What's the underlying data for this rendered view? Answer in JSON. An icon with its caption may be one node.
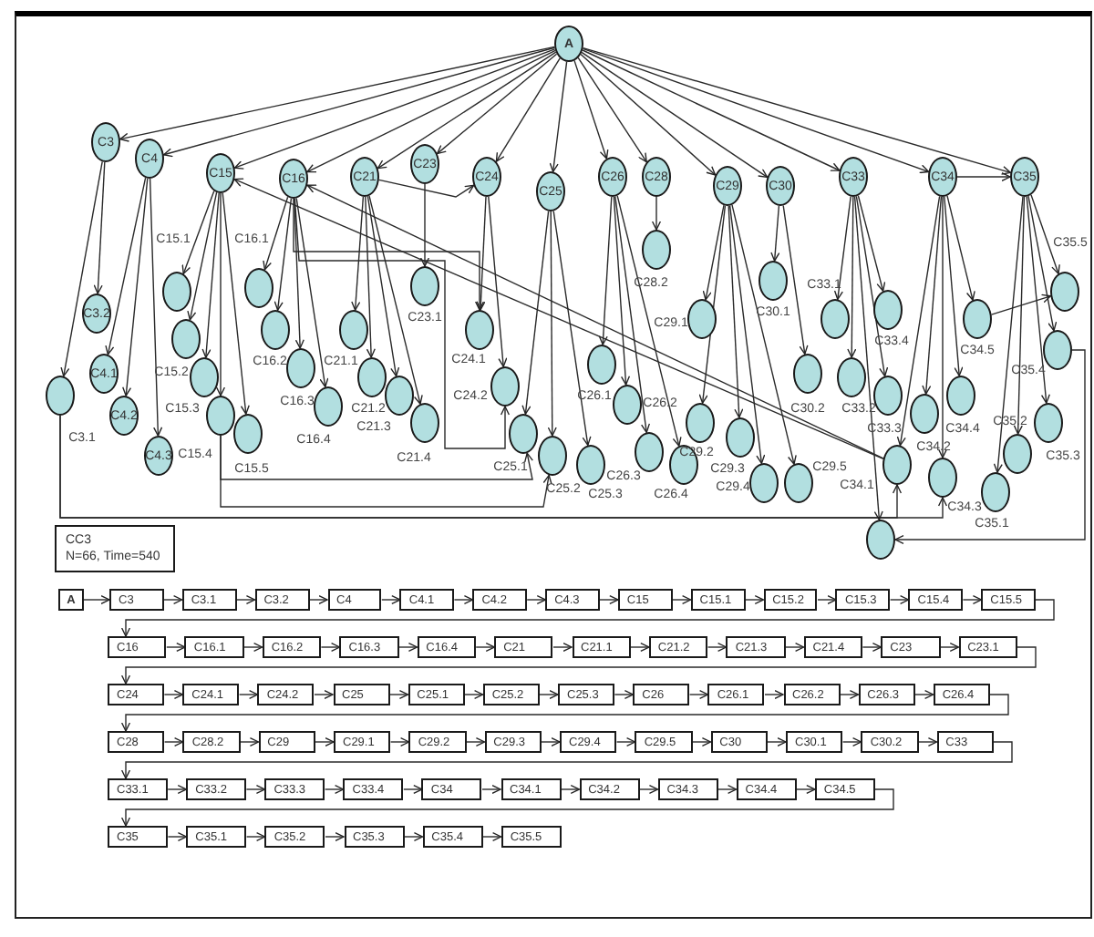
{
  "diagram": {
    "nodes": [
      {
        "text": [
          "A"
        ]
      },
      {
        "text": [
          "C3"
        ]
      },
      {
        "text": [
          "C4"
        ]
      },
      {
        "text": [
          "C15"
        ]
      },
      {
        "text": [
          "C16"
        ]
      },
      {
        "text": [
          "C21"
        ]
      },
      {
        "text": [
          "C23"
        ]
      },
      {
        "text": [
          "C24"
        ]
      },
      {
        "text": [
          "C25"
        ]
      },
      {
        "text": [
          "C26"
        ]
      },
      {
        "text": [
          "C28"
        ]
      },
      {
        "text": [
          "C29"
        ]
      },
      {
        "text": [
          "C30"
        ]
      },
      {
        "text": [
          "C33"
        ]
      },
      {
        "text": [
          "C34"
        ]
      },
      {
        "text": [
          "C35"
        ]
      },
      {
        "text": [],
        "shape": "circle",
        "beside": [
          "C3.1"
        ]
      },
      {
        "text": [
          "C3.2"
        ]
      },
      {
        "text": [
          "C4.1"
        ]
      },
      {
        "text": [
          "C4.2"
        ]
      },
      {
        "text": [
          "C4.3"
        ]
      },
      {
        "text": [],
        "shape": "circle",
        "beside": [
          "C15.1"
        ]
      },
      {
        "text": [],
        "shape": "circle",
        "beside": [
          "C15.2"
        ]
      },
      {
        "text": [],
        "shape": "circle",
        "beside": [
          "C15.3"
        ]
      },
      {
        "text": [],
        "shape": "circle",
        "beside": [
          "C15.4"
        ]
      },
      {
        "text": [],
        "shape": "circle",
        "beside": [
          "C15.5"
        ]
      },
      {
        "text": [],
        "shape": "circle",
        "beside": [
          "C16.1"
        ]
      },
      {
        "text": [],
        "shape": "circle",
        "beside": [
          "C16.2"
        ]
      },
      {
        "text": [],
        "shape": "circle",
        "beside": [
          "C16.3"
        ]
      },
      {
        "text": [],
        "shape": "circle",
        "beside": [
          "C16.4"
        ]
      },
      {
        "text": [],
        "shape": "circle",
        "beside": [
          "C21.1"
        ]
      },
      {
        "text": [],
        "shape": "circle",
        "beside": [
          "C21.2"
        ]
      },
      {
        "text": [],
        "shape": "circle",
        "beside": [
          "C21.3"
        ]
      },
      {
        "text": [],
        "shape": "circle",
        "beside": [
          "C21.4"
        ]
      },
      {
        "text": [],
        "shape": "circle",
        "beside": [
          "C23.1"
        ]
      },
      {
        "text": [],
        "shape": "circle",
        "beside": [
          "C24.1"
        ]
      },
      {
        "text": [],
        "shape": "circle",
        "beside": [
          "C24.2"
        ]
      },
      {
        "text": [],
        "shape": "circle",
        "beside": [
          "C25.1"
        ]
      },
      {
        "text": [],
        "shape": "circle",
        "beside": [
          "C25.2"
        ]
      },
      {
        "text": [],
        "shape": "circle",
        "beside": [
          "C25.3"
        ]
      },
      {
        "text": [],
        "shape": "circle",
        "beside": [
          "C26.1"
        ]
      },
      {
        "text": [],
        "shape": "circle",
        "beside": [
          "C26.2"
        ]
      },
      {
        "text": [],
        "shape": "circle",
        "beside": [
          "C26.3"
        ]
      },
      {
        "text": [],
        "shape": "circle",
        "beside": [
          "C26.4"
        ]
      },
      {
        "text": [],
        "shape": "circle",
        "beside": [
          "C28.2"
        ]
      },
      {
        "text": [],
        "shape": "circle",
        "beside": [
          "C29.1"
        ]
      },
      {
        "text": [],
        "shape": "circle",
        "beside": [
          "C29.2"
        ]
      },
      {
        "text": [],
        "shape": "circle",
        "beside": [
          "C29.3"
        ]
      },
      {
        "text": [],
        "shape": "circle",
        "beside": [
          "C29.4"
        ]
      },
      {
        "text": [],
        "shape": "circle",
        "beside": [
          "C29.5"
        ]
      },
      {
        "text": [],
        "shape": "circle",
        "beside": [
          "C30.1"
        ]
      },
      {
        "text": [],
        "shape": "circle",
        "beside": [
          "C30.2"
        ]
      },
      {
        "text": [],
        "shape": "circle",
        "beside": [
          "C33.1"
        ]
      },
      {
        "text": [],
        "shape": "circle",
        "beside": [
          "C33.2"
        ]
      },
      {
        "text": [],
        "shape": "circle",
        "beside": [
          "C33.3"
        ]
      },
      {
        "text": [],
        "shape": "circle",
        "beside": [
          "C33.4"
        ]
      },
      {
        "text": [],
        "shape": "circle",
        "beside": [
          "C34.1"
        ]
      },
      {
        "text": [],
        "shape": "circle",
        "beside": [
          "C34.2"
        ]
      },
      {
        "text": [],
        "shape": "circle",
        "beside": [
          "C34.3"
        ]
      },
      {
        "text": [],
        "shape": "circle",
        "beside": [
          "C34.4"
        ]
      },
      {
        "text": [],
        "shape": "circle",
        "beside": [
          "C34.5"
        ]
      },
      {
        "text": [],
        "shape": "circle",
        "beside": [
          "C35.1"
        ]
      },
      {
        "text": [],
        "shape": "circle",
        "beside": [
          "C35.2"
        ]
      },
      {
        "text": [],
        "shape": "circle",
        "beside": [
          "C35.3"
        ]
      },
      {
        "text": [],
        "shape": "circle",
        "beside": [
          "C35.4"
        ]
      },
      {
        "text": [],
        "shape": "circle",
        "beside": [
          "C35.5"
        ]
      },
      {
        "text": [],
        "shape": "circle"
      },
      {
        "text": [
          "CC3",
          "N=66, Time=540"
        ]
      },
      {
        "text": [
          "A"
        ]
      },
      {
        "text": [
          "C3"
        ]
      },
      {
        "text": [
          "C3.1"
        ]
      },
      {
        "text": [
          "C3.2"
        ]
      },
      {
        "text": [
          "C4"
        ]
      },
      {
        "text": [
          "C4.1"
        ]
      },
      {
        "text": [
          "C4.2"
        ]
      },
      {
        "text": [
          "C4.3"
        ]
      },
      {
        "text": [
          "C15"
        ]
      },
      {
        "text": [
          "C15.1"
        ]
      },
      {
        "text": [
          "C15.2"
        ]
      },
      {
        "text": [
          "C15.3"
        ]
      },
      {
        "text": [
          "C15.4"
        ]
      },
      {
        "text": [
          "C15.5"
        ]
      },
      {
        "text": [
          "C16"
        ]
      },
      {
        "text": [
          "C16.1"
        ]
      },
      {
        "text": [
          "C16.2"
        ]
      },
      {
        "text": [
          "C16.3"
        ]
      },
      {
        "text": [
          "C16.4"
        ]
      },
      {
        "text": [
          "C21"
        ]
      },
      {
        "text": [
          "C21.1"
        ]
      },
      {
        "text": [
          "C21.2"
        ]
      },
      {
        "text": [
          "C21.3"
        ]
      },
      {
        "text": [
          "C21.4"
        ]
      },
      {
        "text": [
          "C23"
        ]
      },
      {
        "text": [
          "C23.1"
        ]
      },
      {
        "text": [
          "C24"
        ]
      },
      {
        "text": [
          "C24.1"
        ]
      },
      {
        "text": [
          "C24.2"
        ]
      },
      {
        "text": [
          "C25"
        ]
      },
      {
        "text": [
          "C25.1"
        ]
      },
      {
        "text": [
          "C25.2"
        ]
      },
      {
        "text": [
          "C25.3"
        ]
      },
      {
        "text": [
          "C26"
        ]
      },
      {
        "text": [
          "C26.1"
        ]
      },
      {
        "text": [
          "C26.2"
        ]
      },
      {
        "text": [
          "C26.3"
        ]
      },
      {
        "text": [
          "C26.4"
        ]
      },
      {
        "text": [
          "C28"
        ]
      },
      {
        "text": [
          "C28.2"
        ]
      },
      {
        "text": [
          "C29"
        ]
      },
      {
        "text": [
          "C29.1"
        ]
      },
      {
        "text": [
          "C29.2"
        ]
      },
      {
        "text": [
          "C29.3"
        ]
      },
      {
        "text": [
          "C29.4"
        ]
      },
      {
        "text": [
          "C29.5"
        ]
      },
      {
        "text": [
          "C30"
        ]
      },
      {
        "text": [
          "C30.1"
        ]
      },
      {
        "text": [
          "C30.2"
        ]
      },
      {
        "text": [
          "C33"
        ]
      },
      {
        "text": [
          "C33.1"
        ]
      },
      {
        "text": [
          "C33.2"
        ]
      },
      {
        "text": [
          "C33.3"
        ]
      },
      {
        "text": [
          "C33.4"
        ]
      },
      {
        "text": [
          "C34"
        ]
      },
      {
        "text": [
          "C34.1"
        ]
      },
      {
        "text": [
          "C34.2"
        ]
      },
      {
        "text": [
          "C34.3"
        ]
      },
      {
        "text": [
          "C34.4"
        ]
      },
      {
        "text": [
          "C34.5"
        ]
      },
      {
        "text": [
          "C35"
        ]
      },
      {
        "text": [
          "C35.1"
        ]
      },
      {
        "text": [
          "C35.2"
        ]
      },
      {
        "text": [
          "C35.3"
        ]
      },
      {
        "text": [
          "C35.4"
        ]
      },
      {
        "text": [
          "C35.5"
        ]
      }
    ],
    "edges": [
      {
        "from": 0,
        "to": 1,
        "arrow": "to"
      },
      {
        "from": 0,
        "to": 2,
        "arrow": "to"
      },
      {
        "from": 0,
        "to": 3,
        "arrow": "to"
      },
      {
        "from": 0,
        "to": 4,
        "arrow": "to"
      },
      {
        "from": 0,
        "to": 5,
        "arrow": "to"
      },
      {
        "from": 0,
        "to": 6,
        "arrow": "to"
      },
      {
        "from": 0,
        "to": 7,
        "arrow": "to"
      },
      {
        "from": 0,
        "to": 8,
        "arrow": "to"
      },
      {
        "from": 0,
        "to": 9,
        "arrow": "to"
      },
      {
        "from": 0,
        "to": 10,
        "arrow": "to"
      },
      {
        "from": 0,
        "to": 11,
        "arrow": "to"
      },
      {
        "from": 0,
        "to": 12,
        "arrow": "to"
      },
      {
        "from": 0,
        "to": 13,
        "arrow": "to"
      },
      {
        "from": 0,
        "to": 14,
        "arrow": "to"
      },
      {
        "from": 0,
        "to": 15,
        "arrow": "to"
      },
      {
        "from": 1,
        "to": 16,
        "arrow": "to"
      },
      {
        "from": 1,
        "to": 17,
        "arrow": "to"
      },
      {
        "from": 2,
        "to": 18,
        "arrow": "to"
      },
      {
        "from": 2,
        "to": 19,
        "arrow": "to"
      },
      {
        "from": 2,
        "to": 20,
        "arrow": "to"
      },
      {
        "from": 3,
        "to": 21,
        "arrow": "to"
      },
      {
        "from": 3,
        "to": 22,
        "arrow": "to"
      },
      {
        "from": 3,
        "to": 23,
        "arrow": "to"
      },
      {
        "from": 3,
        "to": 24,
        "arrow": "to"
      },
      {
        "from": 3,
        "to": 25,
        "arrow": "to"
      },
      {
        "from": 4,
        "to": 26,
        "arrow": "to"
      },
      {
        "from": 4,
        "to": 27,
        "arrow": "to"
      },
      {
        "from": 4,
        "to": 28,
        "arrow": "to"
      },
      {
        "from": 4,
        "to": 29,
        "arrow": "to"
      },
      {
        "from": 5,
        "to": 30,
        "arrow": "to"
      },
      {
        "from": 5,
        "to": 31,
        "arrow": "to"
      },
      {
        "from": 5,
        "to": 32,
        "arrow": "to"
      },
      {
        "from": 5,
        "to": 33,
        "arrow": "to"
      },
      {
        "from": 6,
        "to": 34,
        "arrow": "to"
      },
      {
        "from": 7,
        "to": 35,
        "arrow": "to"
      },
      {
        "from": 7,
        "to": 36,
        "arrow": "to"
      },
      {
        "from": 8,
        "to": 37,
        "arrow": "to"
      },
      {
        "from": 8,
        "to": 38,
        "arrow": "to"
      },
      {
        "from": 8,
        "to": 39,
        "arrow": "to"
      },
      {
        "from": 9,
        "to": 40,
        "arrow": "to"
      },
      {
        "from": 9,
        "to": 41,
        "arrow": "to"
      },
      {
        "from": 9,
        "to": 42,
        "arrow": "to"
      },
      {
        "from": 9,
        "to": 43,
        "arrow": "to"
      },
      {
        "from": 10,
        "to": 44,
        "arrow": "to"
      },
      {
        "from": 11,
        "to": 45,
        "arrow": "to"
      },
      {
        "from": 11,
        "to": 46,
        "arrow": "to"
      },
      {
        "from": 11,
        "to": 47,
        "arrow": "to"
      },
      {
        "from": 11,
        "to": 48,
        "arrow": "to"
      },
      {
        "from": 11,
        "to": 49,
        "arrow": "to"
      },
      {
        "from": 12,
        "to": 50,
        "arrow": "to"
      },
      {
        "from": 12,
        "to": 51,
        "arrow": "to"
      },
      {
        "from": 13,
        "to": 52,
        "arrow": "to"
      },
      {
        "from": 13,
        "to": 53,
        "arrow": "to"
      },
      {
        "from": 13,
        "to": 54,
        "arrow": "to"
      },
      {
        "from": 13,
        "to": 55,
        "arrow": "to"
      },
      {
        "from": 14,
        "to": 56,
        "arrow": "to"
      },
      {
        "from": 14,
        "to": 57,
        "arrow": "to"
      },
      {
        "from": 14,
        "to": 58,
        "arrow": "to"
      },
      {
        "from": 14,
        "to": 59,
        "arrow": "to"
      },
      {
        "from": 14,
        "to": 60,
        "arrow": "to"
      },
      {
        "from": 15,
        "to": 61,
        "arrow": "to"
      },
      {
        "from": 15,
        "to": 62,
        "arrow": "to"
      },
      {
        "from": 15,
        "to": 63,
        "arrow": "to"
      },
      {
        "from": 15,
        "to": 64,
        "arrow": "to"
      },
      {
        "from": 15,
        "to": 65,
        "arrow": "to"
      },
      {
        "from": 14,
        "to": 15,
        "arrow": "to"
      },
      {
        "from": 5,
        "to": 7,
        "arrow": "to"
      },
      {
        "from": 56,
        "to": 3,
        "arrow": "to"
      },
      {
        "from": 56,
        "to": 4,
        "arrow": "to"
      },
      {
        "from": 16,
        "to": 56,
        "arrow": "to"
      },
      {
        "from": 16,
        "to": 58,
        "arrow": "to"
      },
      {
        "from": 24,
        "to": 37,
        "arrow": "to"
      },
      {
        "from": 24,
        "to": 38,
        "arrow": "to"
      },
      {
        "from": 64,
        "to": 66,
        "arrow": "to"
      },
      {
        "from": 13,
        "to": 66,
        "arrow": "to"
      },
      {
        "from": 60,
        "to": 65,
        "arrow": "to"
      },
      {
        "from": 4,
        "to": 35,
        "arrow": "to"
      },
      {
        "from": 4,
        "to": 36,
        "arrow": "to"
      },
      {
        "from": 68,
        "to": 69,
        "arrow": "to"
      },
      {
        "from": 69,
        "to": 70,
        "arrow": "to"
      },
      {
        "from": 70,
        "to": 71,
        "arrow": "to"
      },
      {
        "from": 71,
        "to": 72,
        "arrow": "to"
      },
      {
        "from": 72,
        "to": 73,
        "arrow": "to"
      },
      {
        "from": 73,
        "to": 74,
        "arrow": "to"
      },
      {
        "from": 74,
        "to": 75,
        "arrow": "to"
      },
      {
        "from": 75,
        "to": 76,
        "arrow": "to"
      },
      {
        "from": 76,
        "to": 77,
        "arrow": "to"
      },
      {
        "from": 77,
        "to": 78,
        "arrow": "to"
      },
      {
        "from": 78,
        "to": 79,
        "arrow": "to"
      },
      {
        "from": 79,
        "to": 80,
        "arrow": "to"
      },
      {
        "from": 80,
        "to": 81,
        "arrow": "to"
      },
      {
        "from": 81,
        "to": 82,
        "arrow": "to"
      },
      {
        "from": 82,
        "to": 83,
        "arrow": "to"
      },
      {
        "from": 83,
        "to": 84,
        "arrow": "to"
      },
      {
        "from": 84,
        "to": 85,
        "arrow": "to"
      },
      {
        "from": 85,
        "to": 86,
        "arrow": "to"
      },
      {
        "from": 86,
        "to": 87,
        "arrow": "to"
      },
      {
        "from": 87,
        "to": 88,
        "arrow": "to"
      },
      {
        "from": 88,
        "to": 89,
        "arrow": "to"
      },
      {
        "from": 89,
        "to": 90,
        "arrow": "to"
      },
      {
        "from": 90,
        "to": 91,
        "arrow": "to"
      },
      {
        "from": 91,
        "to": 92,
        "arrow": "to"
      },
      {
        "from": 92,
        "to": 93,
        "arrow": "to"
      },
      {
        "from": 93,
        "to": 94,
        "arrow": "to"
      },
      {
        "from": 94,
        "to": 95,
        "arrow": "to"
      },
      {
        "from": 95,
        "to": 96,
        "arrow": "to"
      },
      {
        "from": 96,
        "to": 97,
        "arrow": "to"
      },
      {
        "from": 97,
        "to": 98,
        "arrow": "to"
      },
      {
        "from": 98,
        "to": 99,
        "arrow": "to"
      },
      {
        "from": 99,
        "to": 100,
        "arrow": "to"
      },
      {
        "from": 100,
        "to": 101,
        "arrow": "to"
      },
      {
        "from": 101,
        "to": 102,
        "arrow": "to"
      },
      {
        "from": 102,
        "to": 103,
        "arrow": "to"
      },
      {
        "from": 103,
        "to": 104,
        "arrow": "to"
      },
      {
        "from": 104,
        "to": 105,
        "arrow": "to"
      },
      {
        "from": 105,
        "to": 106,
        "arrow": "to"
      },
      {
        "from": 106,
        "to": 107,
        "arrow": "to"
      },
      {
        "from": 107,
        "to": 108,
        "arrow": "to"
      },
      {
        "from": 108,
        "to": 109,
        "arrow": "to"
      },
      {
        "from": 109,
        "to": 110,
        "arrow": "to"
      },
      {
        "from": 110,
        "to": 111,
        "arrow": "to"
      },
      {
        "from": 111,
        "to": 112,
        "arrow": "to"
      },
      {
        "from": 112,
        "to": 113,
        "arrow": "to"
      },
      {
        "from": 113,
        "to": 114,
        "arrow": "to"
      },
      {
        "from": 114,
        "to": 115,
        "arrow": "to"
      },
      {
        "from": 115,
        "to": 116,
        "arrow": "to"
      },
      {
        "from": 116,
        "to": 117,
        "arrow": "to"
      },
      {
        "from": 117,
        "to": 118,
        "arrow": "to"
      },
      {
        "from": 118,
        "to": 119,
        "arrow": "to"
      },
      {
        "from": 119,
        "to": 120,
        "arrow": "to"
      },
      {
        "from": 120,
        "to": 121,
        "arrow": "to"
      },
      {
        "from": 121,
        "to": 122,
        "arrow": "to"
      },
      {
        "from": 122,
        "to": 123,
        "arrow": "to"
      },
      {
        "from": 123,
        "to": 124,
        "arrow": "to"
      },
      {
        "from": 124,
        "to": 125,
        "arrow": "to"
      },
      {
        "from": 125,
        "to": 126,
        "arrow": "to"
      },
      {
        "from": 126,
        "to": 127,
        "arrow": "to"
      },
      {
        "from": 127,
        "to": 128,
        "arrow": "to"
      },
      {
        "from": 128,
        "to": 129,
        "arrow": "to"
      },
      {
        "from": 129,
        "to": 130,
        "arrow": "to"
      },
      {
        "from": 130,
        "to": 131,
        "arrow": "to"
      },
      {
        "from": 131,
        "to": 132,
        "arrow": "to"
      },
      {
        "from": 132,
        "to": 133,
        "arrow": "to"
      }
    ]
  }
}
